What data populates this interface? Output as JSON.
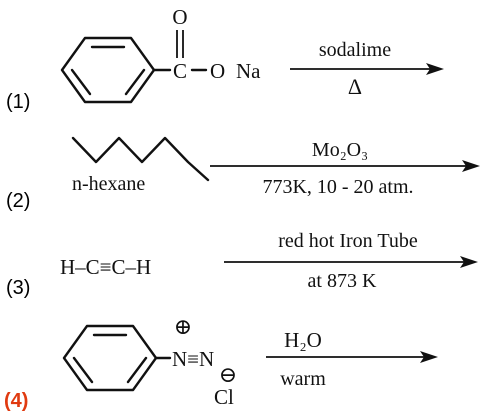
{
  "reactions": [
    {
      "number": "(1)",
      "number_color": "#111111",
      "reactant_labels": {
        "oxygen": "O",
        "carbon": "C",
        "ester_oxygen": "O",
        "sodium": "Na"
      },
      "reagent_above": "sodalime",
      "reagent_below": "Δ"
    },
    {
      "number": "(2)",
      "number_color": "#111111",
      "reactant_label": "n-hexane",
      "reagent_above": "Mo₂O₃",
      "reagent_below": "773K, 10 - 20 atm."
    },
    {
      "number": "(3)",
      "number_color": "#111111",
      "reactant_formula": "H–C≡C–H",
      "reagent_above": "red hot Iron Tube",
      "reagent_below": "at 873 K"
    },
    {
      "number": "(4)",
      "number_color": "#e03a10",
      "charge_plus": "⊕",
      "diazo_group": "N≡N",
      "charge_minus": "⊖",
      "counter_ion": "Cl",
      "reagent_above": "H₂O",
      "reagent_below": "warm"
    }
  ]
}
